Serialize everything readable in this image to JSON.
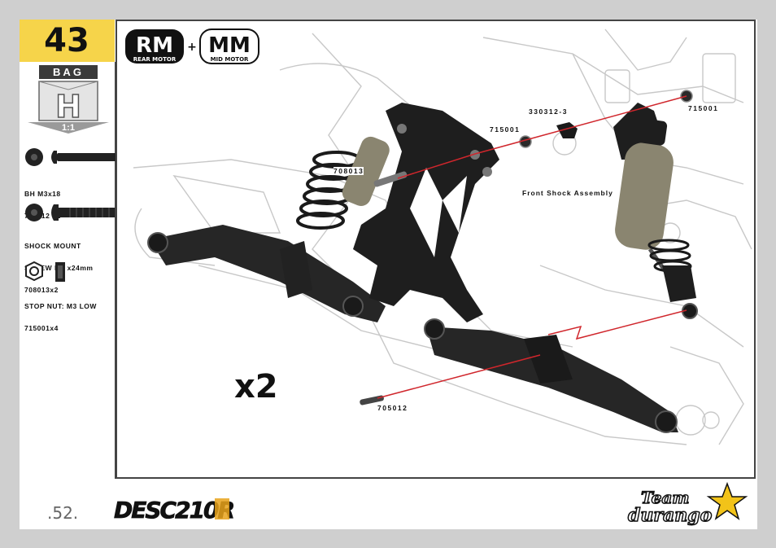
{
  "step": {
    "number": "43"
  },
  "bag": {
    "label": "BAG",
    "letter": "H",
    "scale": "1:1"
  },
  "motors": {
    "rear": {
      "big": "RM",
      "small": "REAR MOTOR"
    },
    "plus": "+",
    "mid": {
      "big": "MM",
      "small": "MID MOTOR"
    }
  },
  "parts": [
    {
      "line1": "BH M3x18",
      "line2": "705012 x2"
    },
    {
      "line1": "SHOCK MOUNT",
      "line2": "SCREW M3 x24mm",
      "line3": "708013x2"
    },
    {
      "line1": "STOP NUT: M3 LOW",
      "line2": "715001x4"
    }
  ],
  "callouts": {
    "shock_mount_screw": "708013",
    "nut_left": "715001",
    "bushing": "330312-3",
    "nut_right": "715001",
    "assembly": "Front Shock Assembly",
    "bh_screw": "705012"
  },
  "multiplier": "x2",
  "footer": {
    "page": ".52.",
    "brand": "DESC210R",
    "team_line1": "Team",
    "team_line2": "durango"
  },
  "colors": {
    "step_bg": "#f6d44a",
    "callout_line": "#d0262c",
    "brand_accent": "#e8a21a"
  }
}
